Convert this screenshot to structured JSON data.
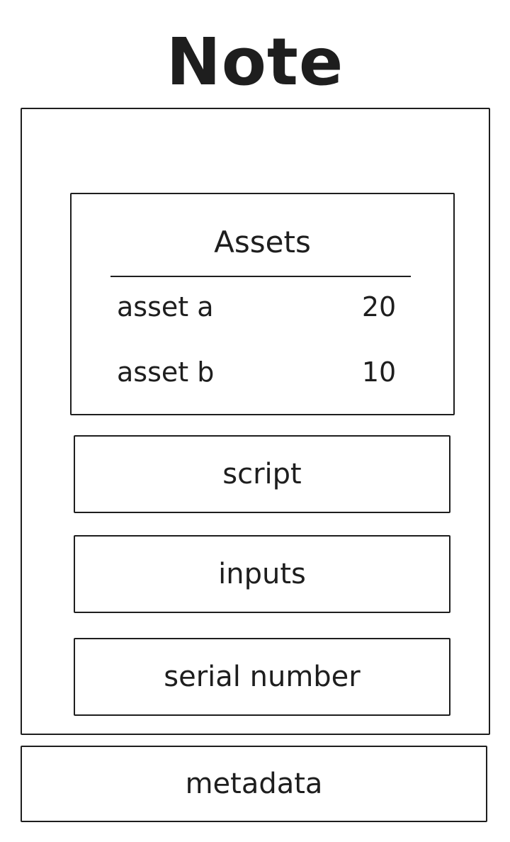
{
  "title": "Note",
  "assets": {
    "heading": "Assets",
    "rows": [
      {
        "name": "asset a",
        "value": "20"
      },
      {
        "name": "asset b",
        "value": "10"
      }
    ]
  },
  "fields": {
    "script": "script",
    "inputs": "inputs",
    "serial_number": "serial number"
  },
  "metadata": "metadata",
  "colors": {
    "stroke": "#1e1e1e",
    "background": "#ffffff"
  }
}
